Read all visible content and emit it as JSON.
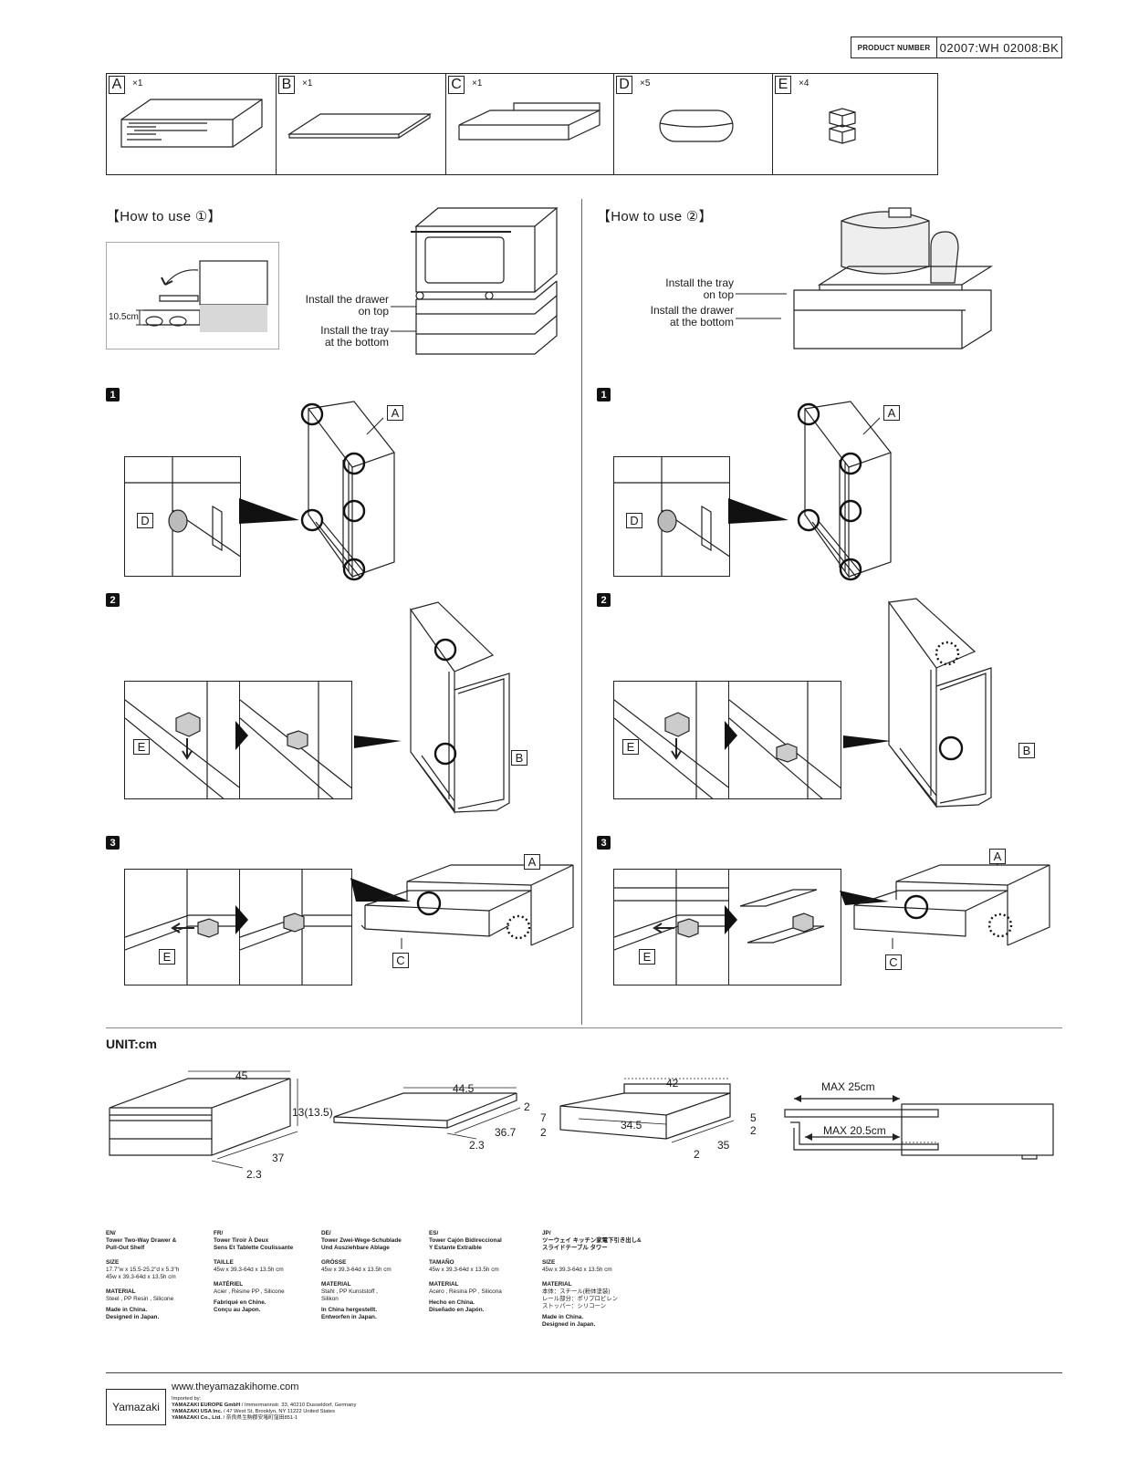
{
  "product": {
    "label": "PRODUCT NUMBER",
    "value": "02007:WH  02008:BK"
  },
  "parts": [
    {
      "letter": "A",
      "qty": "×1"
    },
    {
      "letter": "B",
      "qty": "×1"
    },
    {
      "letter": "C",
      "qty": "×1"
    },
    {
      "letter": "D",
      "qty": "×5"
    },
    {
      "letter": "E",
      "qty": "×4"
    }
  ],
  "how1": {
    "title": "【How to use ①】",
    "height_label": "10.5cm",
    "drawer_top_1": "Install the drawer",
    "drawer_top_2": "on top",
    "tray_bottom_1": "Install the tray",
    "tray_bottom_2": "at the bottom"
  },
  "how2": {
    "title": "【How to use ②】",
    "tray_top_1": "Install the tray",
    "tray_top_2": "on top",
    "drawer_bottom_1": "Install the drawer",
    "drawer_bottom_2": "at the bottom"
  },
  "steps": [
    "1",
    "2",
    "3"
  ],
  "labels": {
    "A": "A",
    "B": "B",
    "C": "C",
    "D": "D",
    "E": "E"
  },
  "units": {
    "title": "UNIT:cm",
    "drawer": {
      "w": "45",
      "h": "13(13.5)",
      "d": "37",
      "lip": "2.3"
    },
    "tray": {
      "w": "44.5",
      "h": "2",
      "d": "36.7",
      "lip": "2.3"
    },
    "shelf": {
      "w_outer": "42",
      "w_inner": "34.5",
      "h_left_1": "7",
      "h_left_2": "2",
      "h_right_1": "5",
      "h_right_2": "2",
      "d": "35",
      "lip": "2"
    },
    "side": {
      "max_top": "MAX 25cm",
      "max_bottom": "MAX 20.5cm"
    }
  },
  "languages": [
    {
      "code": "EN/",
      "name_1": "Tower Two-Way Drawer &",
      "name_2": "Pull-Out Shelf",
      "size_h": "SIZE",
      "size_1": "17.7\"w x 15.5-25.2\"d x 5.3\"h",
      "size_2": "45w x 39.3-64d x 13.5h cm",
      "mat_h": "MATERIAL",
      "mat_1": "Steel , PP Resin , Silicone",
      "mat_2": "",
      "origin_1": "Made in China.",
      "origin_2": "Designed in Japan."
    },
    {
      "code": "FR/",
      "name_1": "Tower Tiroir À Deux",
      "name_2": "Sens Et Tablette Coulissante",
      "size_h": "TAILLE",
      "size_1": "45w x 39.3-64d x 13.5h cm",
      "size_2": "",
      "mat_h": "MATÉRIEL",
      "mat_1": "Acier , Résine PP , Silicone",
      "mat_2": "",
      "origin_1": "Fabriqué en Chine.",
      "origin_2": "Conçu au Japon."
    },
    {
      "code": "DE/",
      "name_1": "Tower Zwei-Wege-Schublade",
      "name_2": "Und Ausziehbare Ablage",
      "size_h": "GRÖSSE",
      "size_1": "45w x 39.3-64d x 13.5h cm",
      "size_2": "",
      "mat_h": "MATERIAL",
      "mat_1": "Stahl , PP Kunststoff ,",
      "mat_2": "Silikon",
      "origin_1": "In China hergestellt.",
      "origin_2": "Entworfen in Japan."
    },
    {
      "code": "ES/",
      "name_1": "Tower Cajón Bidireccional",
      "name_2": "Y Estante Extraíble",
      "size_h": "TAMAÑO",
      "size_1": "45w x 39.3-64d x 13.5h cm",
      "size_2": "",
      "mat_h": "MATERIAL",
      "mat_1": "Acero , Resina PP , Silicona",
      "mat_2": "",
      "origin_1": "Hecho en China.",
      "origin_2": "Diseñado en Japón."
    },
    {
      "code": "JP/",
      "name_1": "ツーウェイ キッチン家電下引き出し&",
      "name_2": "スライドテーブル タワー",
      "size_h": "SIZE",
      "size_1": "45w x 39.3-64d x 13.5h cm",
      "size_2": "",
      "mat_h": "MATERIAL",
      "mat_1": "本体：スチール(粉体塗装)",
      "mat_2": "レール部分：ポリプロピレン",
      "mat_3": "ストッパー：シリコーン",
      "origin_1": "Made in China.",
      "origin_2": "Designed in Japan."
    }
  ],
  "footer": {
    "logo": "Yamazaki",
    "website": "www.theyamazakihome.com",
    "imported": "Imported by:",
    "eu_b": "YAMAZAKI EUROPE GmbH",
    "eu": " / Immermannstr. 33, 40210 Dusseldorf, Germany",
    "us_b": "YAMAZAKI USA Inc.",
    "us": " / 47 West St, Brooklyn, NY 11222 United States",
    "jp_b": "YAMAZAKI Co., Ltd.",
    "jp": " / 奈良県生駒郡安堵町窪田851-1"
  }
}
